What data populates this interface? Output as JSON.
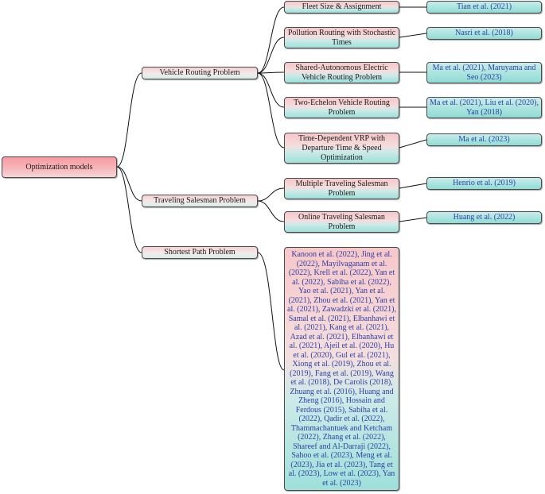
{
  "root": {
    "label": "Optimization models"
  },
  "categories": [
    {
      "label": "Vehicle Routing Problem"
    },
    {
      "label": "Traveling Salesman Problem"
    },
    {
      "label": "Shortest Path Problem"
    }
  ],
  "vrp": [
    {
      "label": "Fleet Size & Assignment",
      "refs": "Tian et al. (2021)"
    },
    {
      "label": "Pollution Routing with Stochastic Times",
      "refs": "Nasri et al. (2018)"
    },
    {
      "label": "Shared-Autonomous Electric Vehicle Routing Problem",
      "refs": "Ma et al. (2021), Maruyama and Seo (2023)"
    },
    {
      "label": "Two-Echelon Vehicle Routing Problem",
      "refs": "Ma et al. (2021), Liu et al. (2020), Yan (2018)"
    },
    {
      "label": "Time-Dependent VRP with Departure Time & Speed Optimization",
      "refs": "Ma et al. (2023)"
    }
  ],
  "tsp": [
    {
      "label": "Multiple Traveling Salesman Problem",
      "refs": "Henrio et al. (2019)"
    },
    {
      "label": "Online Traveling Salesman Problem",
      "refs": "Huang et al. (2022)"
    }
  ],
  "spp": {
    "refs": "Kanoon et al. (2022), Jing et al. (2022), Mayilvaganam et al. (2022), Krell et al. (2022), Yan et al. (2022), Sabiha et al. (2022), Yao et al. (2021), Yan et al. (2021), Zhou et al. (2021), Yan et al. (2021), Zawadzki et al. (2021), Samal et al. (2021), Elbanhawi et al. (2021), Kang et al. (2021), Azad et al. (2021), Elbanhawi et al. (2021), Ajeil et al. (2020), Hu et al. (2020), Gul et al. (2021), Xiong et al. (2019), Zhou et al. (2019), Fang et al. (2019), Wang et al. (2018), De Carolis (2018), Zhuang et al. (2016), Huang and Zheng (2016), Hossain and Ferdous (2015), Sabiha et al. (2022), Qadir et al. (2022), Thammachantuek and Ketcham (2022), Zhang et al. (2022), Shareef and Al-Darraji (2022), Sahoo et al. (2023), Meng et al. (2023), Jia et al. (2023), Tang et al. (2023), Low et al. (2023), Yan et al. (2023)"
  }
}
